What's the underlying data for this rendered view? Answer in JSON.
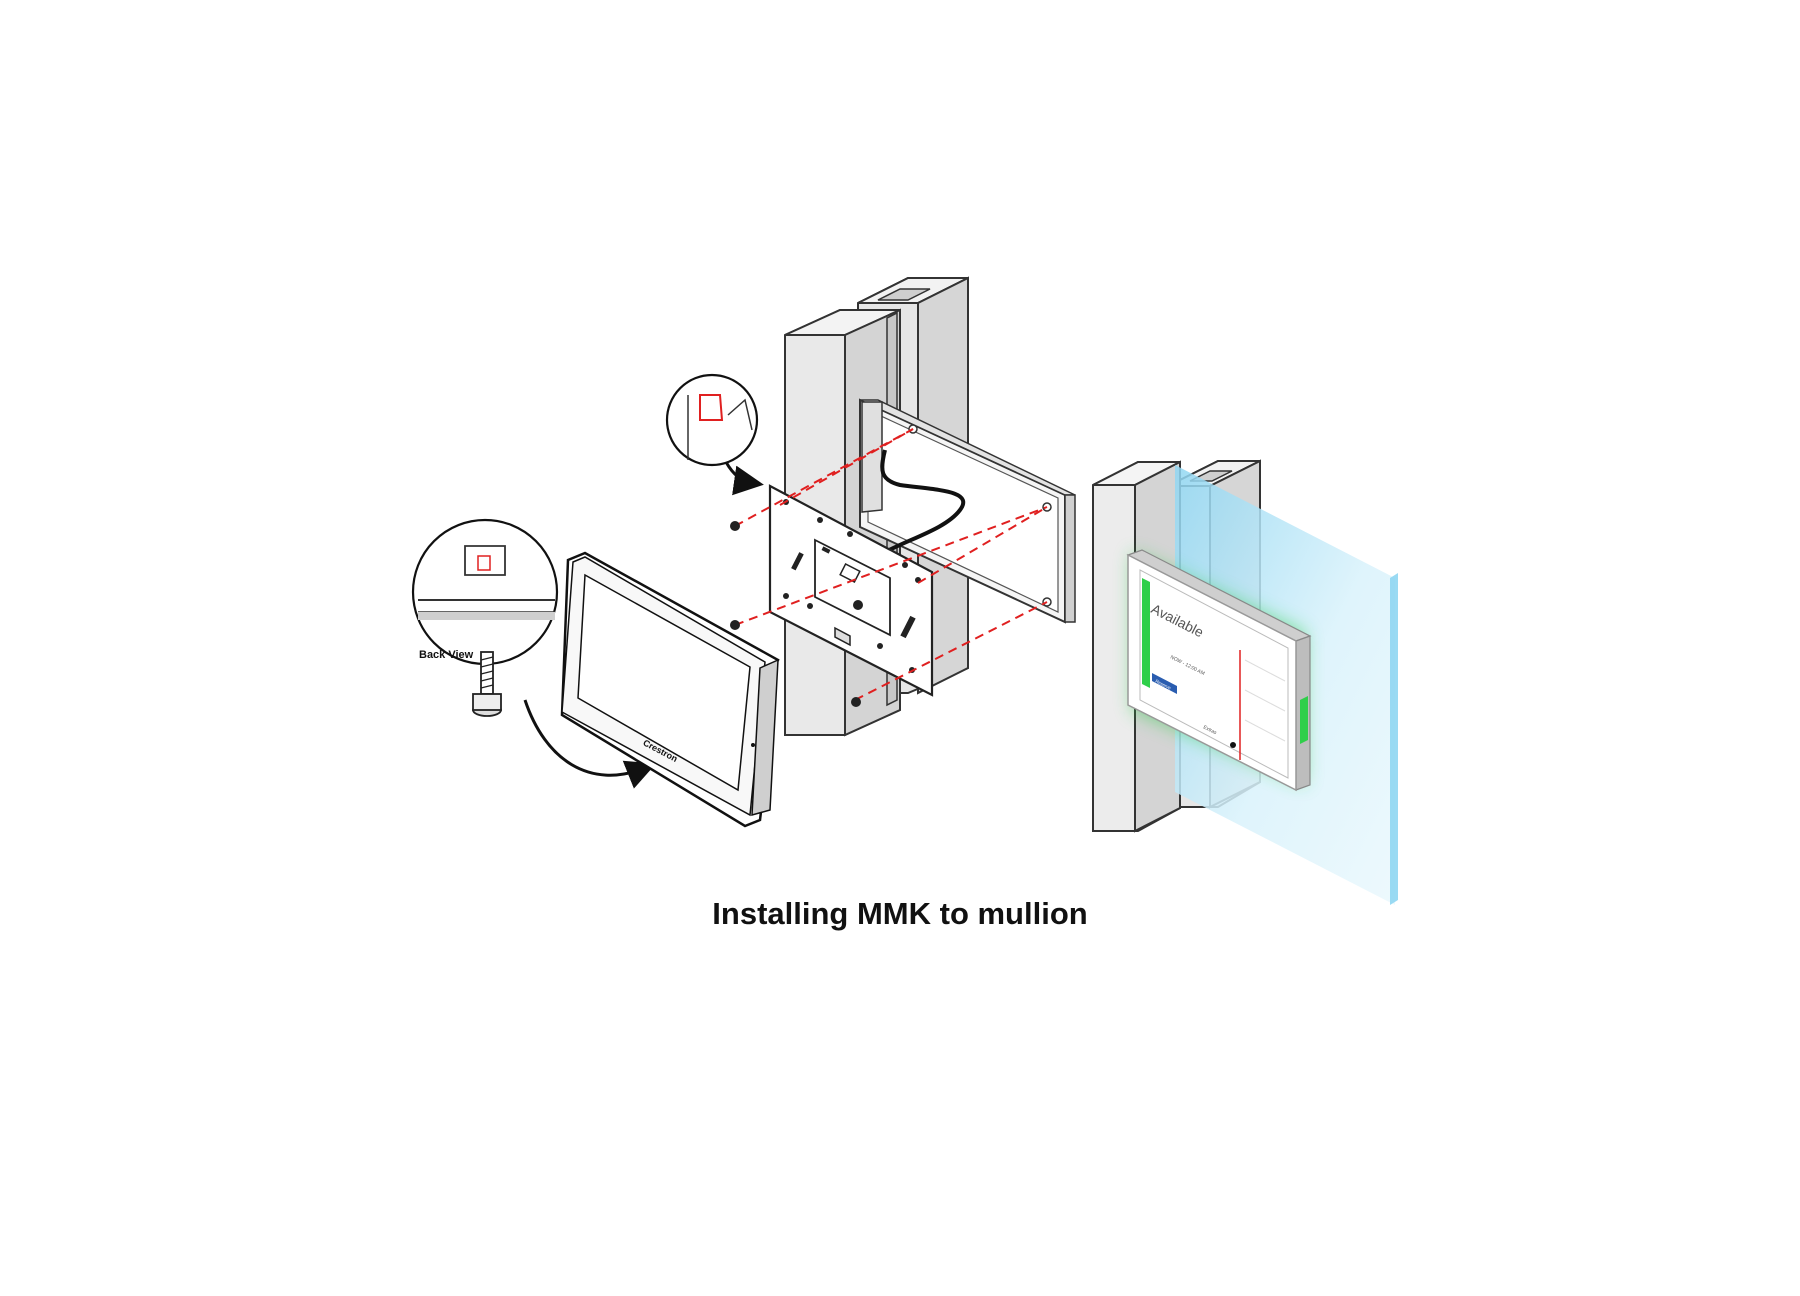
{
  "caption": "Installing MMK to mullion",
  "back_view_label": "Back View",
  "device_brand": "Crestron",
  "device_screen": {
    "status": "Available",
    "button_label": "Reserve",
    "footer_label": "Extras",
    "time_label": "NOW - 12:00 AM"
  },
  "colors": {
    "outline": "#333333",
    "mullion_fill": "#e6e6e6",
    "mullion_side": "#cfcfcf",
    "dashed_guide": "#e02020",
    "glass": "#aee3f5",
    "glow": "#2fcf4a",
    "screen_button": "#2a5db0"
  }
}
